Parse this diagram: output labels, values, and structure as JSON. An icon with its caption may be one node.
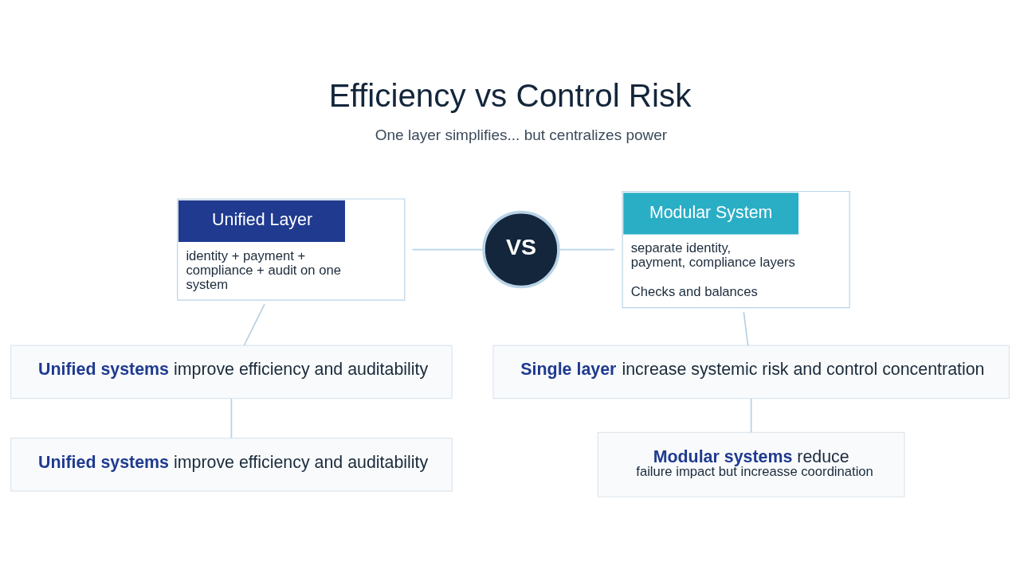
{
  "diagram": {
    "title": "Efficiency vs Control Risk",
    "nodes": [
      {
        "text": [
          "Unified Layer",
          "identity + payment + compliance + audit on one system"
        ]
      },
      {
        "text": [
          "VS"
        ]
      },
      {
        "text": [
          "Modular System",
          "separate identity, payment, compliance layers",
          "Checks and balances"
        ]
      },
      {
        "text": [
          "**Unified systems** improve efficiency and auditability"
        ]
      },
      {
        "text": [
          "**Single layer** increase systemic risk and control concentration"
        ]
      },
      {
        "text": [
          "**Unified systems** improve efficiency and auditability"
        ]
      },
      {
        "text": [
          "**Modular systems** reduce",
          "failure impact but increasse coordination"
        ]
      }
    ],
    "edges": [
      {
        "from": 0,
        "to": 1,
        "arrow": "none"
      },
      {
        "from": 1,
        "to": 2,
        "arrow": "none"
      },
      {
        "from": 0,
        "to": 3,
        "arrow": "none"
      },
      {
        "from": 3,
        "to": 5,
        "arrow": "none"
      },
      {
        "from": 2,
        "to": 4,
        "arrow": "none"
      },
      {
        "from": 4,
        "to": 6,
        "arrow": "none"
      }
    ],
    "labels": [
      "One layer simplifies... but centralizes power"
    ]
  }
}
